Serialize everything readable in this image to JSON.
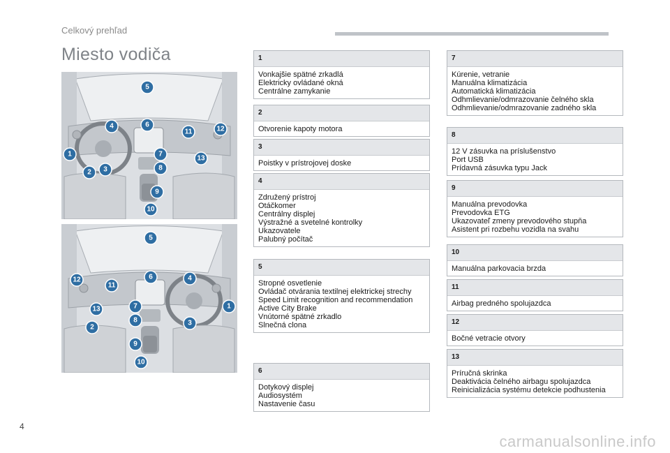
{
  "header": {
    "section": "Celkový prehľad"
  },
  "title": "Miesto vodiča",
  "page_number": "4",
  "watermark": "carmanualsonline.info",
  "colors": {
    "badge": "#2f6ea3",
    "panel_bg": "#dfe2e6",
    "number_bar": "#e4e6e9"
  },
  "diagram_badges": [
    "1",
    "2",
    "3",
    "4",
    "5",
    "6",
    "7",
    "8",
    "9",
    "10",
    "11",
    "12",
    "13"
  ],
  "sections": [
    {
      "num": "1",
      "lines": [
        "Vonkajšie spätné zrkadlá",
        "Elektricky ovládané okná",
        "Centrálne zamykanie"
      ]
    },
    {
      "num": "2",
      "lines": [
        "Otvorenie kapoty motora"
      ]
    },
    {
      "num": "3",
      "lines": [
        "Poistky v prístrojovej doske"
      ]
    },
    {
      "num": "4",
      "lines": [
        "Združený prístroj",
        "Otáčkomer",
        "Centrálny displej",
        "Výstražné a svetelné kontrolky",
        "Ukazovatele",
        "Palubný počítač"
      ]
    },
    {
      "num": "5",
      "lines": [
        "Stropné osvetlenie",
        "Ovládač otvárania textilnej elektrickej strechy",
        "Speed Limit recognition and recommendation",
        "Active City Brake",
        "Vnútorné spätné zrkadlo",
        "Slnečná clona"
      ]
    },
    {
      "num": "6",
      "lines": [
        "Dotykový displej",
        "Audiosystém",
        "Nastavenie času"
      ]
    },
    {
      "num": "7",
      "lines": [
        "Kúrenie, vetranie",
        "Manuálna klimatizácia",
        "Automatická klimatizácia",
        "Odhmlievanie/odmrazovanie čelného skla",
        "Odhmlievanie/odmrazovanie zadného skla"
      ]
    },
    {
      "num": "8",
      "lines": [
        "12 V zásuvka na príslušenstvo",
        "Port USB",
        "Prídavná zásuvka typu Jack"
      ]
    },
    {
      "num": "9",
      "lines": [
        "Manuálna prevodovka",
        "Prevodovka ETG",
        "Ukazovateľ zmeny prevodového stupňa",
        "Asistent pri rozbehu vozidla na svahu"
      ]
    },
    {
      "num": "10",
      "lines": [
        "Manuálna parkovacia brzda"
      ]
    },
    {
      "num": "11",
      "lines": [
        "Airbag predného spolujazdca"
      ]
    },
    {
      "num": "12",
      "lines": [
        "Bočné vetracie otvory"
      ]
    },
    {
      "num": "13",
      "lines": [
        "Príručná skrinka",
        "Deaktivácia čelného airbagu spolujazdca",
        "Reinicializácia systému detekcie podhustenia"
      ]
    }
  ]
}
